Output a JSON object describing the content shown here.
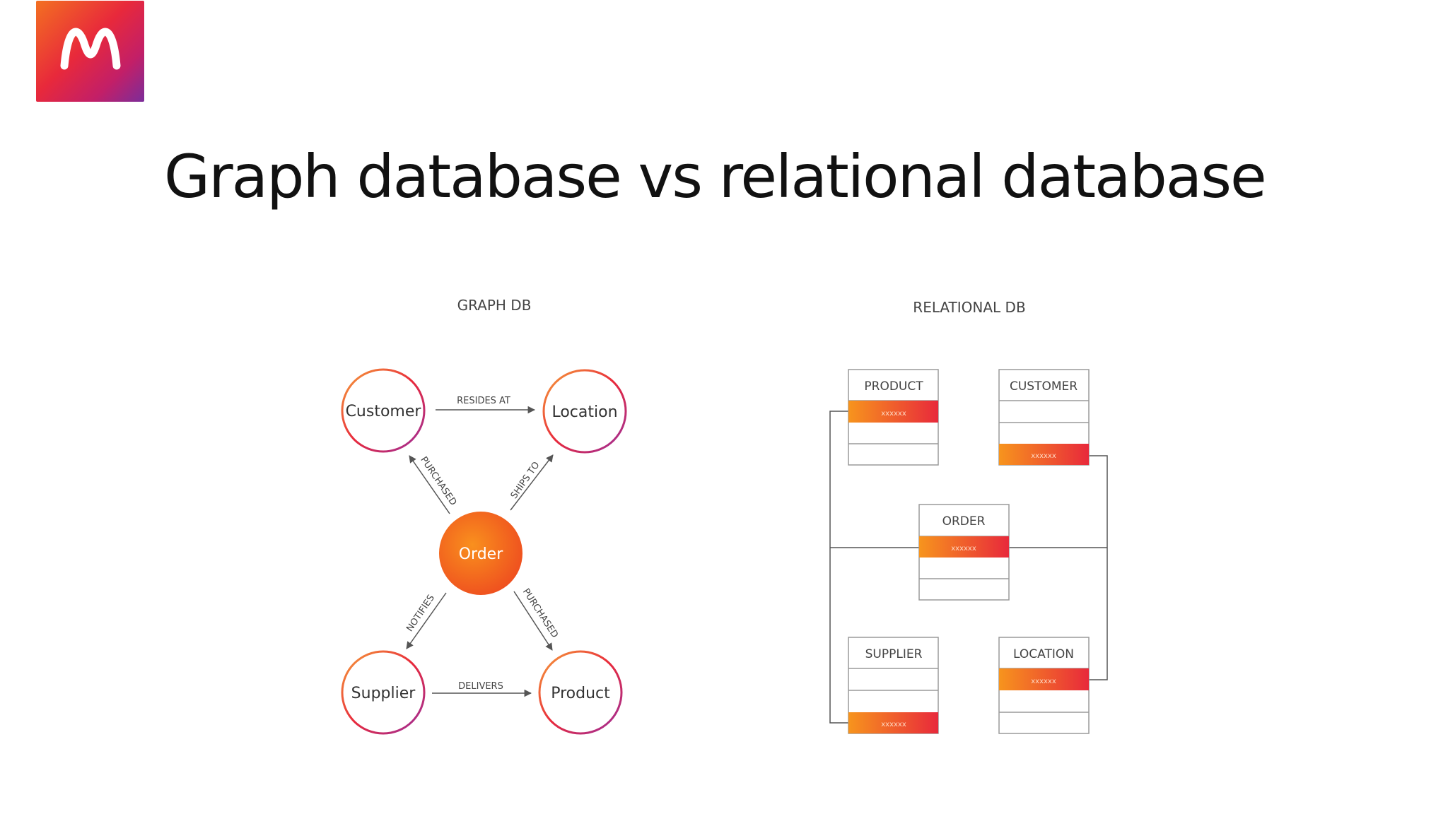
{
  "slide": {
    "title": "Graph database vs relational database",
    "logo_letter": "M"
  },
  "graph_db": {
    "heading": "GRAPH DB",
    "nodes": {
      "customer": "Customer",
      "location": "Location",
      "order": "Order",
      "supplier": "Supplier",
      "product": "Product"
    },
    "edges": {
      "resides_at": "RESIDES AT",
      "purchased_customer": "PURCHASED",
      "ships_to": "SHIPS TO",
      "notifies": "NOTIFIES",
      "purchased_product": "PURCHASED",
      "delivers": "DELIVERS"
    }
  },
  "relational_db": {
    "heading": "RELATIONAL DB",
    "tables": {
      "product": {
        "name": "PRODUCT",
        "key": "xxxxxx"
      },
      "customer": {
        "name": "CUSTOMER",
        "key": "xxxxxx"
      },
      "order": {
        "name": "ORDER",
        "key": "xxxxxx"
      },
      "supplier": {
        "name": "SUPPLIER",
        "key": "xxxxxx"
      },
      "location": {
        "name": "LOCATION",
        "key": "xxxxxx"
      }
    }
  },
  "colors": {
    "accent_orange": "#f37021",
    "accent_red": "#e8293b",
    "accent_purple": "#8a2e9c",
    "line_gray": "#555555",
    "table_border": "#9a9a9a"
  }
}
